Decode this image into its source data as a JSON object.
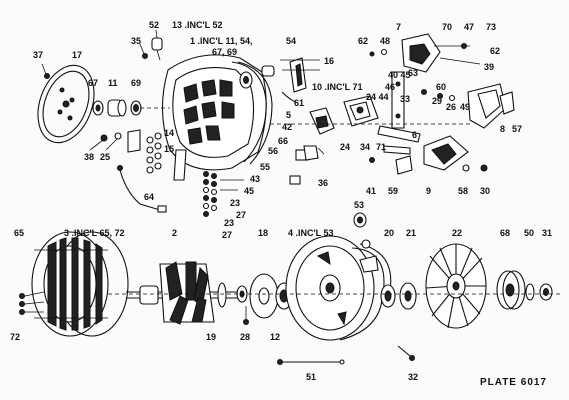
{
  "diagram": {
    "plate_label": "PLATE 6017",
    "callouts": [
      {
        "id": "c52",
        "text": "52"
      },
      {
        "id": "c13",
        "text": "13 .INC'L 52"
      },
      {
        "id": "c35",
        "text": "35"
      },
      {
        "id": "c1",
        "text": "1 .INC'L 11, 54,"
      },
      {
        "id": "c1b",
        "text": "67, 69"
      },
      {
        "id": "c54",
        "text": "54"
      },
      {
        "id": "c16",
        "text": "16"
      },
      {
        "id": "c7",
        "text": "7"
      },
      {
        "id": "c70",
        "text": "70"
      },
      {
        "id": "c47",
        "text": "47"
      },
      {
        "id": "c73",
        "text": "73"
      },
      {
        "id": "c62a",
        "text": "62"
      },
      {
        "id": "c48",
        "text": "48"
      },
      {
        "id": "c62b",
        "text": "62"
      },
      {
        "id": "c39",
        "text": "39"
      },
      {
        "id": "c37",
        "text": "37"
      },
      {
        "id": "c17",
        "text": "17"
      },
      {
        "id": "c67",
        "text": "67"
      },
      {
        "id": "c11",
        "text": "11"
      },
      {
        "id": "c69",
        "text": "69"
      },
      {
        "id": "c4045",
        "text": "40 45"
      },
      {
        "id": "c46",
        "text": "46"
      },
      {
        "id": "c63",
        "text": "63"
      },
      {
        "id": "c60",
        "text": "60"
      },
      {
        "id": "c10",
        "text": "10 .INC'L 71"
      },
      {
        "id": "c2444",
        "text": "24 44"
      },
      {
        "id": "c33",
        "text": "33"
      },
      {
        "id": "c29",
        "text": "29"
      },
      {
        "id": "c26",
        "text": "26"
      },
      {
        "id": "c49",
        "text": "49"
      },
      {
        "id": "c61",
        "text": "61"
      },
      {
        "id": "c5",
        "text": "5"
      },
      {
        "id": "c42",
        "text": "42"
      },
      {
        "id": "c8",
        "text": "8"
      },
      {
        "id": "c57",
        "text": "57"
      },
      {
        "id": "c38",
        "text": "38"
      },
      {
        "id": "c25",
        "text": "25"
      },
      {
        "id": "c14",
        "text": "14"
      },
      {
        "id": "c15",
        "text": "15"
      },
      {
        "id": "c66",
        "text": "66"
      },
      {
        "id": "c56",
        "text": "56"
      },
      {
        "id": "c24b",
        "text": "24"
      },
      {
        "id": "c34",
        "text": "34"
      },
      {
        "id": "c71",
        "text": "71"
      },
      {
        "id": "c6",
        "text": "6"
      },
      {
        "id": "c55",
        "text": "55"
      },
      {
        "id": "c36",
        "text": "36"
      },
      {
        "id": "c43",
        "text": "43"
      },
      {
        "id": "c45b",
        "text": "45"
      },
      {
        "id": "c23a",
        "text": "23"
      },
      {
        "id": "c27a",
        "text": "27"
      },
      {
        "id": "c23b",
        "text": "23"
      },
      {
        "id": "c27b",
        "text": "27"
      },
      {
        "id": "c64",
        "text": "64"
      },
      {
        "id": "c41",
        "text": "41"
      },
      {
        "id": "c59",
        "text": "59"
      },
      {
        "id": "c9",
        "text": "9"
      },
      {
        "id": "c58",
        "text": "58"
      },
      {
        "id": "c30",
        "text": "30"
      },
      {
        "id": "c53a",
        "text": "53"
      },
      {
        "id": "c65",
        "text": "65"
      },
      {
        "id": "c3",
        "text": "3 .INC'L  65, 72"
      },
      {
        "id": "c2",
        "text": "2"
      },
      {
        "id": "c18",
        "text": "18"
      },
      {
        "id": "c4",
        "text": "4 .INC'L 53"
      },
      {
        "id": "c20",
        "text": "20"
      },
      {
        "id": "c21",
        "text": "21"
      },
      {
        "id": "c22",
        "text": "22"
      },
      {
        "id": "c68",
        "text": "68"
      },
      {
        "id": "c50",
        "text": "50"
      },
      {
        "id": "c31",
        "text": "31"
      },
      {
        "id": "c72",
        "text": "72"
      },
      {
        "id": "c19",
        "text": "19"
      },
      {
        "id": "c28",
        "text": "28"
      },
      {
        "id": "c12",
        "text": "12"
      },
      {
        "id": "c51",
        "text": "51"
      },
      {
        "id": "c32",
        "text": "32"
      }
    ]
  }
}
